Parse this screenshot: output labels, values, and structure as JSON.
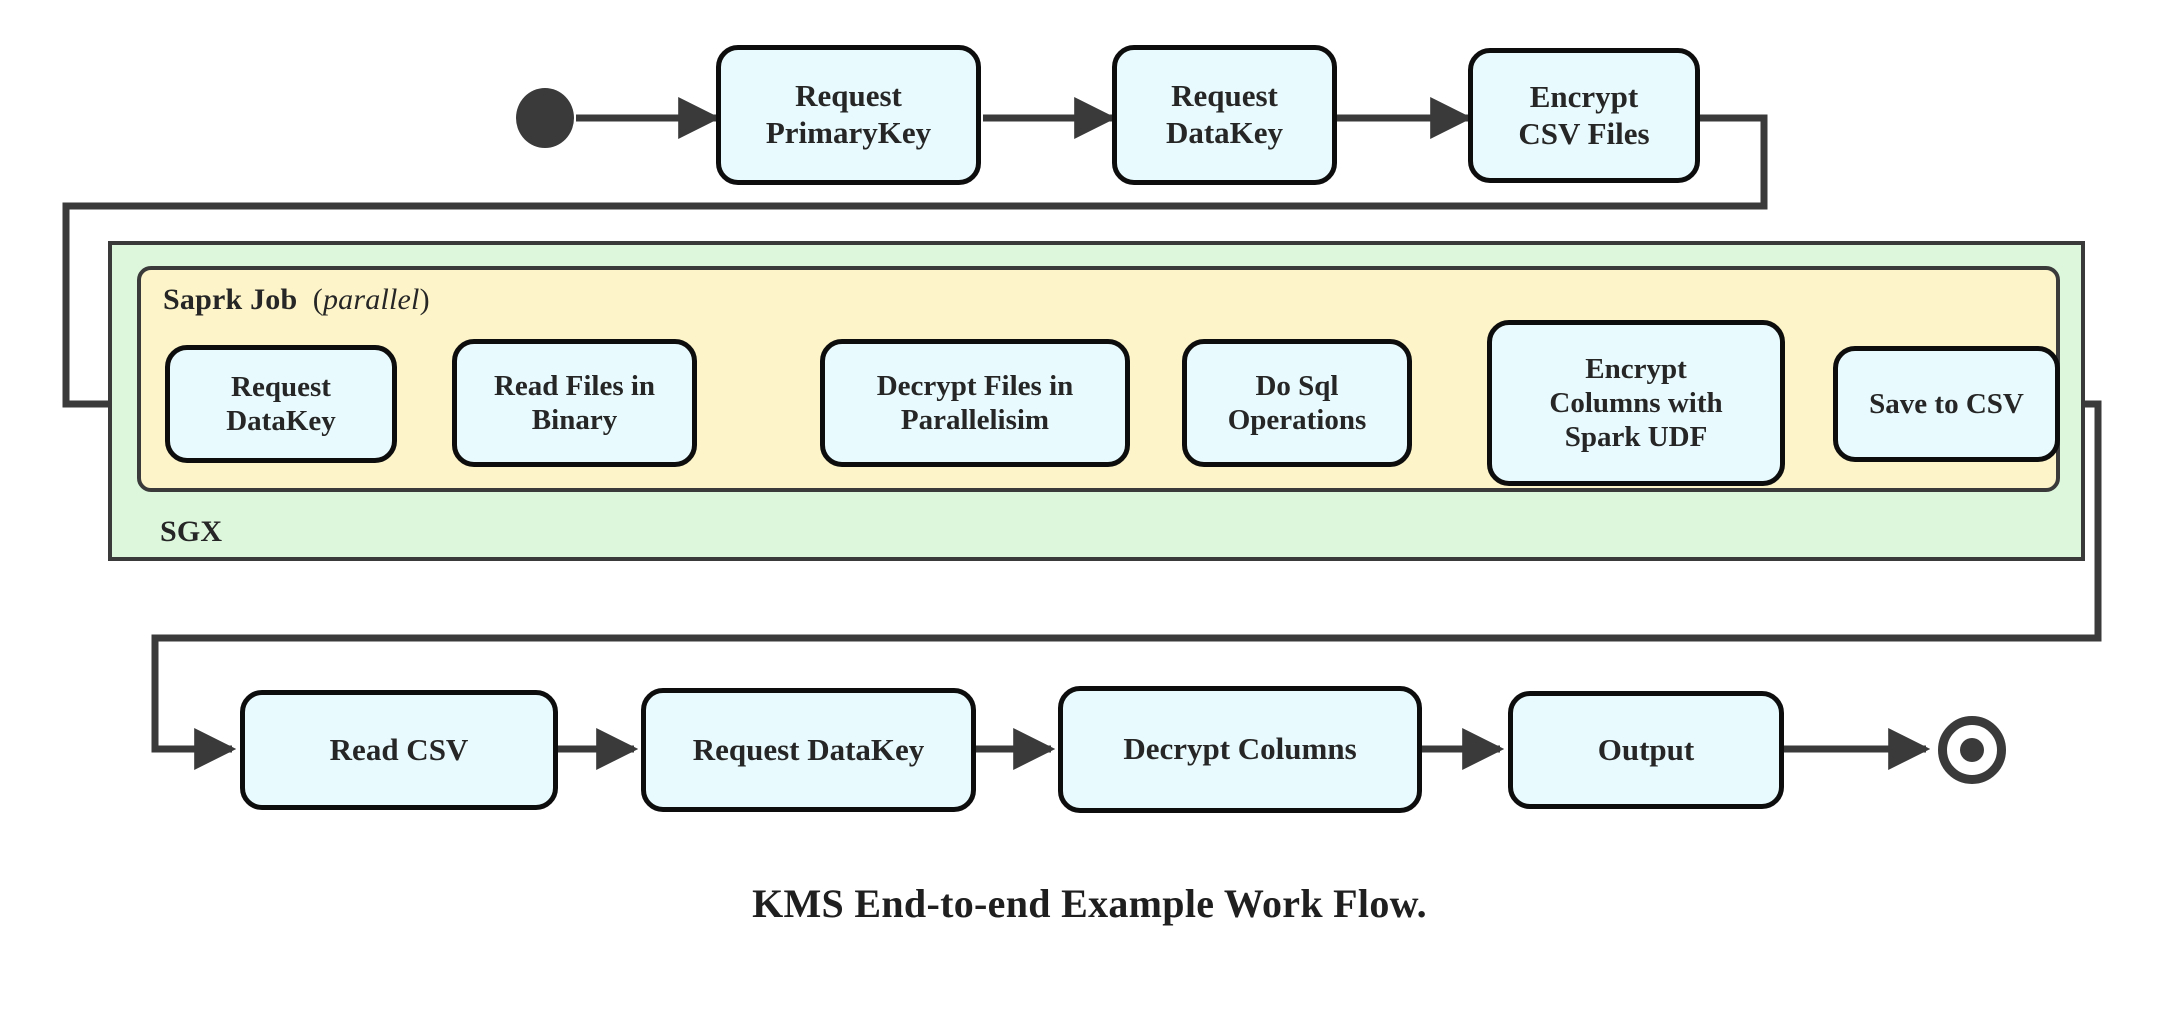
{
  "diagram": {
    "title": "KMS End-to-end Example Work Flow.",
    "colors": {
      "node_fill": "#e8fafd",
      "node_stroke": "#0d0d0d",
      "sgx_fill": "#ddf7dd",
      "spark_fill": "#fdf5c9",
      "region_stroke": "#3a3a3a",
      "connector": "#3a3a3a",
      "text": "#262626"
    },
    "regions": [
      {
        "id": "sgx",
        "label": "SGX",
        "label_position": "bottom-left"
      },
      {
        "id": "spark",
        "label": "Saprk Job",
        "annotation": "parallel",
        "annotation_open": "(",
        "annotation_close": ")",
        "label_position": "top-left"
      }
    ],
    "markers": {
      "start": {
        "name": "start-state",
        "shape": "filled-circle"
      },
      "end": {
        "name": "end-state",
        "shape": "ringed-filled-circle"
      }
    },
    "rows": {
      "top": {
        "name": "top-flow-row",
        "nodes": [
          {
            "id": "request-primarykey",
            "lines": [
              "Request",
              "PrimaryKey"
            ]
          },
          {
            "id": "request-datakey-top",
            "lines": [
              "Request",
              "DataKey"
            ]
          },
          {
            "id": "encrypt-csv-files",
            "lines": [
              "Encrypt",
              "CSV Files"
            ]
          }
        ]
      },
      "middle": {
        "name": "spark-job-row",
        "nodes": [
          {
            "id": "request-datakey-spark",
            "lines": [
              "Request",
              "DataKey"
            ]
          },
          {
            "id": "read-files-in-binary",
            "lines": [
              "Read Files in",
              "Binary"
            ]
          },
          {
            "id": "decrypt-files-in-parallelisim",
            "lines": [
              "Decrypt Files in",
              "Parallelisim"
            ]
          },
          {
            "id": "do-sql-operations",
            "lines": [
              "Do Sql",
              "Operations"
            ]
          },
          {
            "id": "encrypt-columns-with-spark-udf",
            "lines": [
              "Encrypt",
              "Columns with",
              "Spark UDF"
            ]
          },
          {
            "id": "save-to-csv",
            "lines": [
              "Save to CSV"
            ]
          }
        ]
      },
      "bottom": {
        "name": "output-flow-row",
        "nodes": [
          {
            "id": "read-csv",
            "lines": [
              "Read CSV"
            ]
          },
          {
            "id": "request-datakey-out",
            "lines": [
              "Request DataKey"
            ]
          },
          {
            "id": "decrypt-columns",
            "lines": [
              "Decrypt Columns"
            ]
          },
          {
            "id": "output",
            "lines": [
              "Output"
            ]
          }
        ]
      }
    },
    "flow_sequence": [
      "start",
      "Request PrimaryKey",
      "Request DataKey",
      "Encrypt CSV Files",
      "Request DataKey",
      "Read Files in Binary",
      "Decrypt Files in Parallelisim",
      "Do Sql Operations",
      "Encrypt Columns with Spark UDF",
      "Save to CSV",
      "Read CSV",
      "Request DataKey",
      "Decrypt Columns",
      "Output",
      "end"
    ]
  }
}
